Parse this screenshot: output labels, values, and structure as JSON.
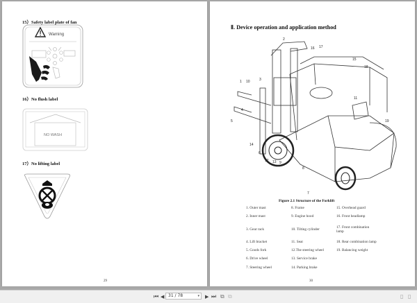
{
  "left_page": {
    "sections": [
      {
        "heading": "15）Safety label plate of fan",
        "label_text": "Warning"
      },
      {
        "heading": "16）No flush label",
        "label_text": "NO WASH"
      },
      {
        "heading": "17）No lifting label"
      }
    ],
    "page_number": "29"
  },
  "right_page": {
    "title": "Ⅱ. Device operation and application method",
    "figure_caption": "Figure 2.1    Structure of the Forklift",
    "callouts": [
      "1",
      "2",
      "3",
      "4",
      "5",
      "6",
      "7",
      "8",
      "9",
      "10",
      "11",
      "12",
      "13",
      "14",
      "15",
      "16",
      "17",
      "18",
      "19"
    ],
    "legend": [
      [
        "1. Outer mast",
        "8. Frame",
        "15. Overhead guard"
      ],
      [
        "2. Inner mast",
        "9. Engine hood",
        "16. Front headlamp"
      ],
      [
        "3. Gear rack",
        "10. Tilting cylinder",
        "17. Front combination lamp"
      ],
      [
        "4. Lift bracket",
        "11. Seat",
        "18. Rear combination lamp"
      ],
      [
        "5. Goods fork",
        "12.The steering wheel",
        "19. Balancing weight"
      ],
      [
        "6. Drive wheel",
        "13. Service brake",
        ""
      ],
      [
        "7. Steering wheel",
        "14. Parking brake",
        ""
      ]
    ],
    "page_number": "30"
  },
  "toolbar": {
    "first_page": "first-page-icon",
    "prev_page": "prev-page-icon",
    "page_indicator": "31 / 78",
    "next_page": "next-page-icon",
    "last_page": "last-page-icon",
    "single_page_view": "single-page-icon",
    "two_page_view": "two-page-icon"
  }
}
